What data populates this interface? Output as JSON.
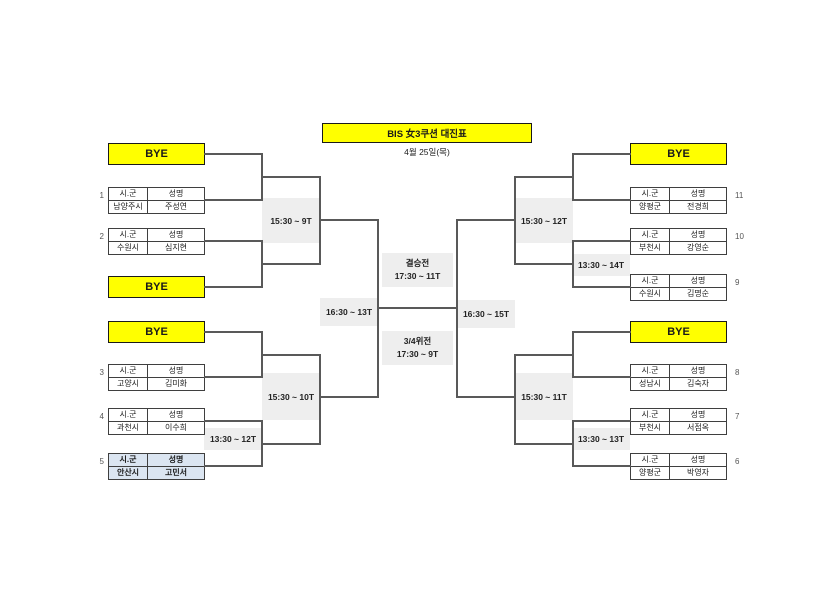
{
  "header": {
    "title": "BIS 女3쿠션 대진표",
    "date": "4월 25일(목)"
  },
  "labels": {
    "bye": "BYE",
    "city_header": "시.군",
    "name_header": "성명"
  },
  "entries": [
    {
      "seed": "1",
      "city": "남양주시",
      "name": "주성연"
    },
    {
      "seed": "2",
      "city": "수원시",
      "name": "심지현"
    },
    {
      "seed": "3",
      "city": "고양시",
      "name": "김미화"
    },
    {
      "seed": "4",
      "city": "과천시",
      "name": "이수희"
    },
    {
      "seed": "5",
      "city": "안산시",
      "name": "고민서"
    },
    {
      "seed": "6",
      "city": "양평군",
      "name": "박영자"
    },
    {
      "seed": "7",
      "city": "부천시",
      "name": "서점옥"
    },
    {
      "seed": "8",
      "city": "성남시",
      "name": "김숙자"
    },
    {
      "seed": "9",
      "city": "수원시",
      "name": "김명순"
    },
    {
      "seed": "10",
      "city": "부천시",
      "name": "강영순"
    },
    {
      "seed": "11",
      "city": "양평군",
      "name": "전경희"
    }
  ],
  "matches": {
    "qf_left_top": "15:30 ~ 9T",
    "qf_left_bottom": "15:30 ~ 10T",
    "qf_right_top": "15:30 ~ 12T",
    "qf_right_bottom": "15:30 ~ 11T",
    "r1_left": "13:30 ~ 12T",
    "r1_right_top": "13:30 ~ 14T",
    "r1_right_bottom": "13:30 ~ 13T",
    "sf_left": "16:30 ~ 13T",
    "sf_right": "16:30 ~ 15T",
    "final_label": "결승전",
    "final_time": "17:30 ~ 11T",
    "third_label": "3/4위전",
    "third_time": "17:30 ~ 9T"
  },
  "colors": {
    "bye_bg": "#ffff00",
    "highlight_bg": "#dbe5f1",
    "time_bg": "#eeeeee"
  }
}
